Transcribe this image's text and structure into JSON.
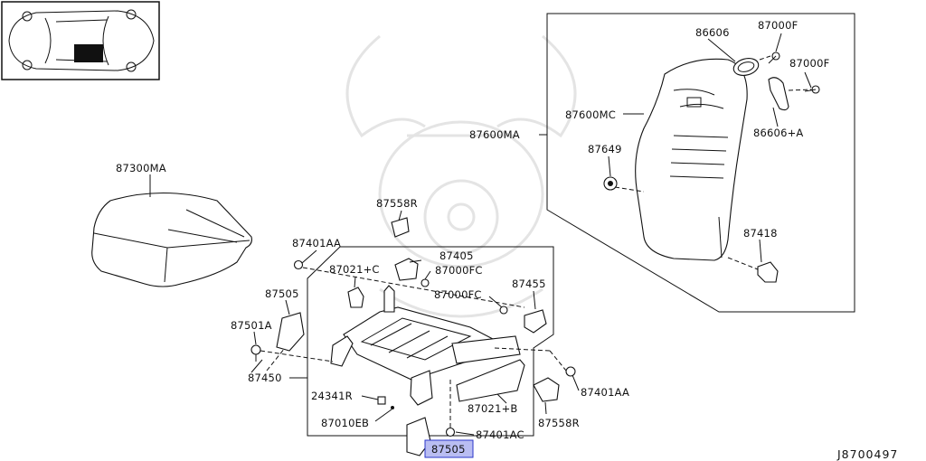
{
  "diagram": {
    "reference_id": "J8700497",
    "highlight_color": "#b9bdf2",
    "highlighted_part": "87505",
    "callouts": {
      "c86606": "86606",
      "c87000F_top": "87000F",
      "c87000F_right": "87000F",
      "c86606A": "86606+A",
      "c87600MC": "87600MC",
      "c87600MA": "87600MA",
      "c87649": "87649",
      "c87418": "87418",
      "c87300MA": "87300MA",
      "c87558R_top": "87558R",
      "c87401AA_left": "87401AA",
      "c87405": "87405",
      "c87021C": "87021+C",
      "c87000FC_a": "87000FC",
      "c87000FC_b": "87000FC",
      "c87455": "87455",
      "c87505_left": "87505",
      "c87501A": "87501A",
      "c87450": "87450",
      "c24341R": "24341R",
      "c87010EB": "87010EB",
      "c87021B": "87021+B",
      "c87401AC": "87401AC",
      "c87401AA_right": "87401AA",
      "c87558R_right": "87558R",
      "c87505_bottom": "87505"
    }
  }
}
